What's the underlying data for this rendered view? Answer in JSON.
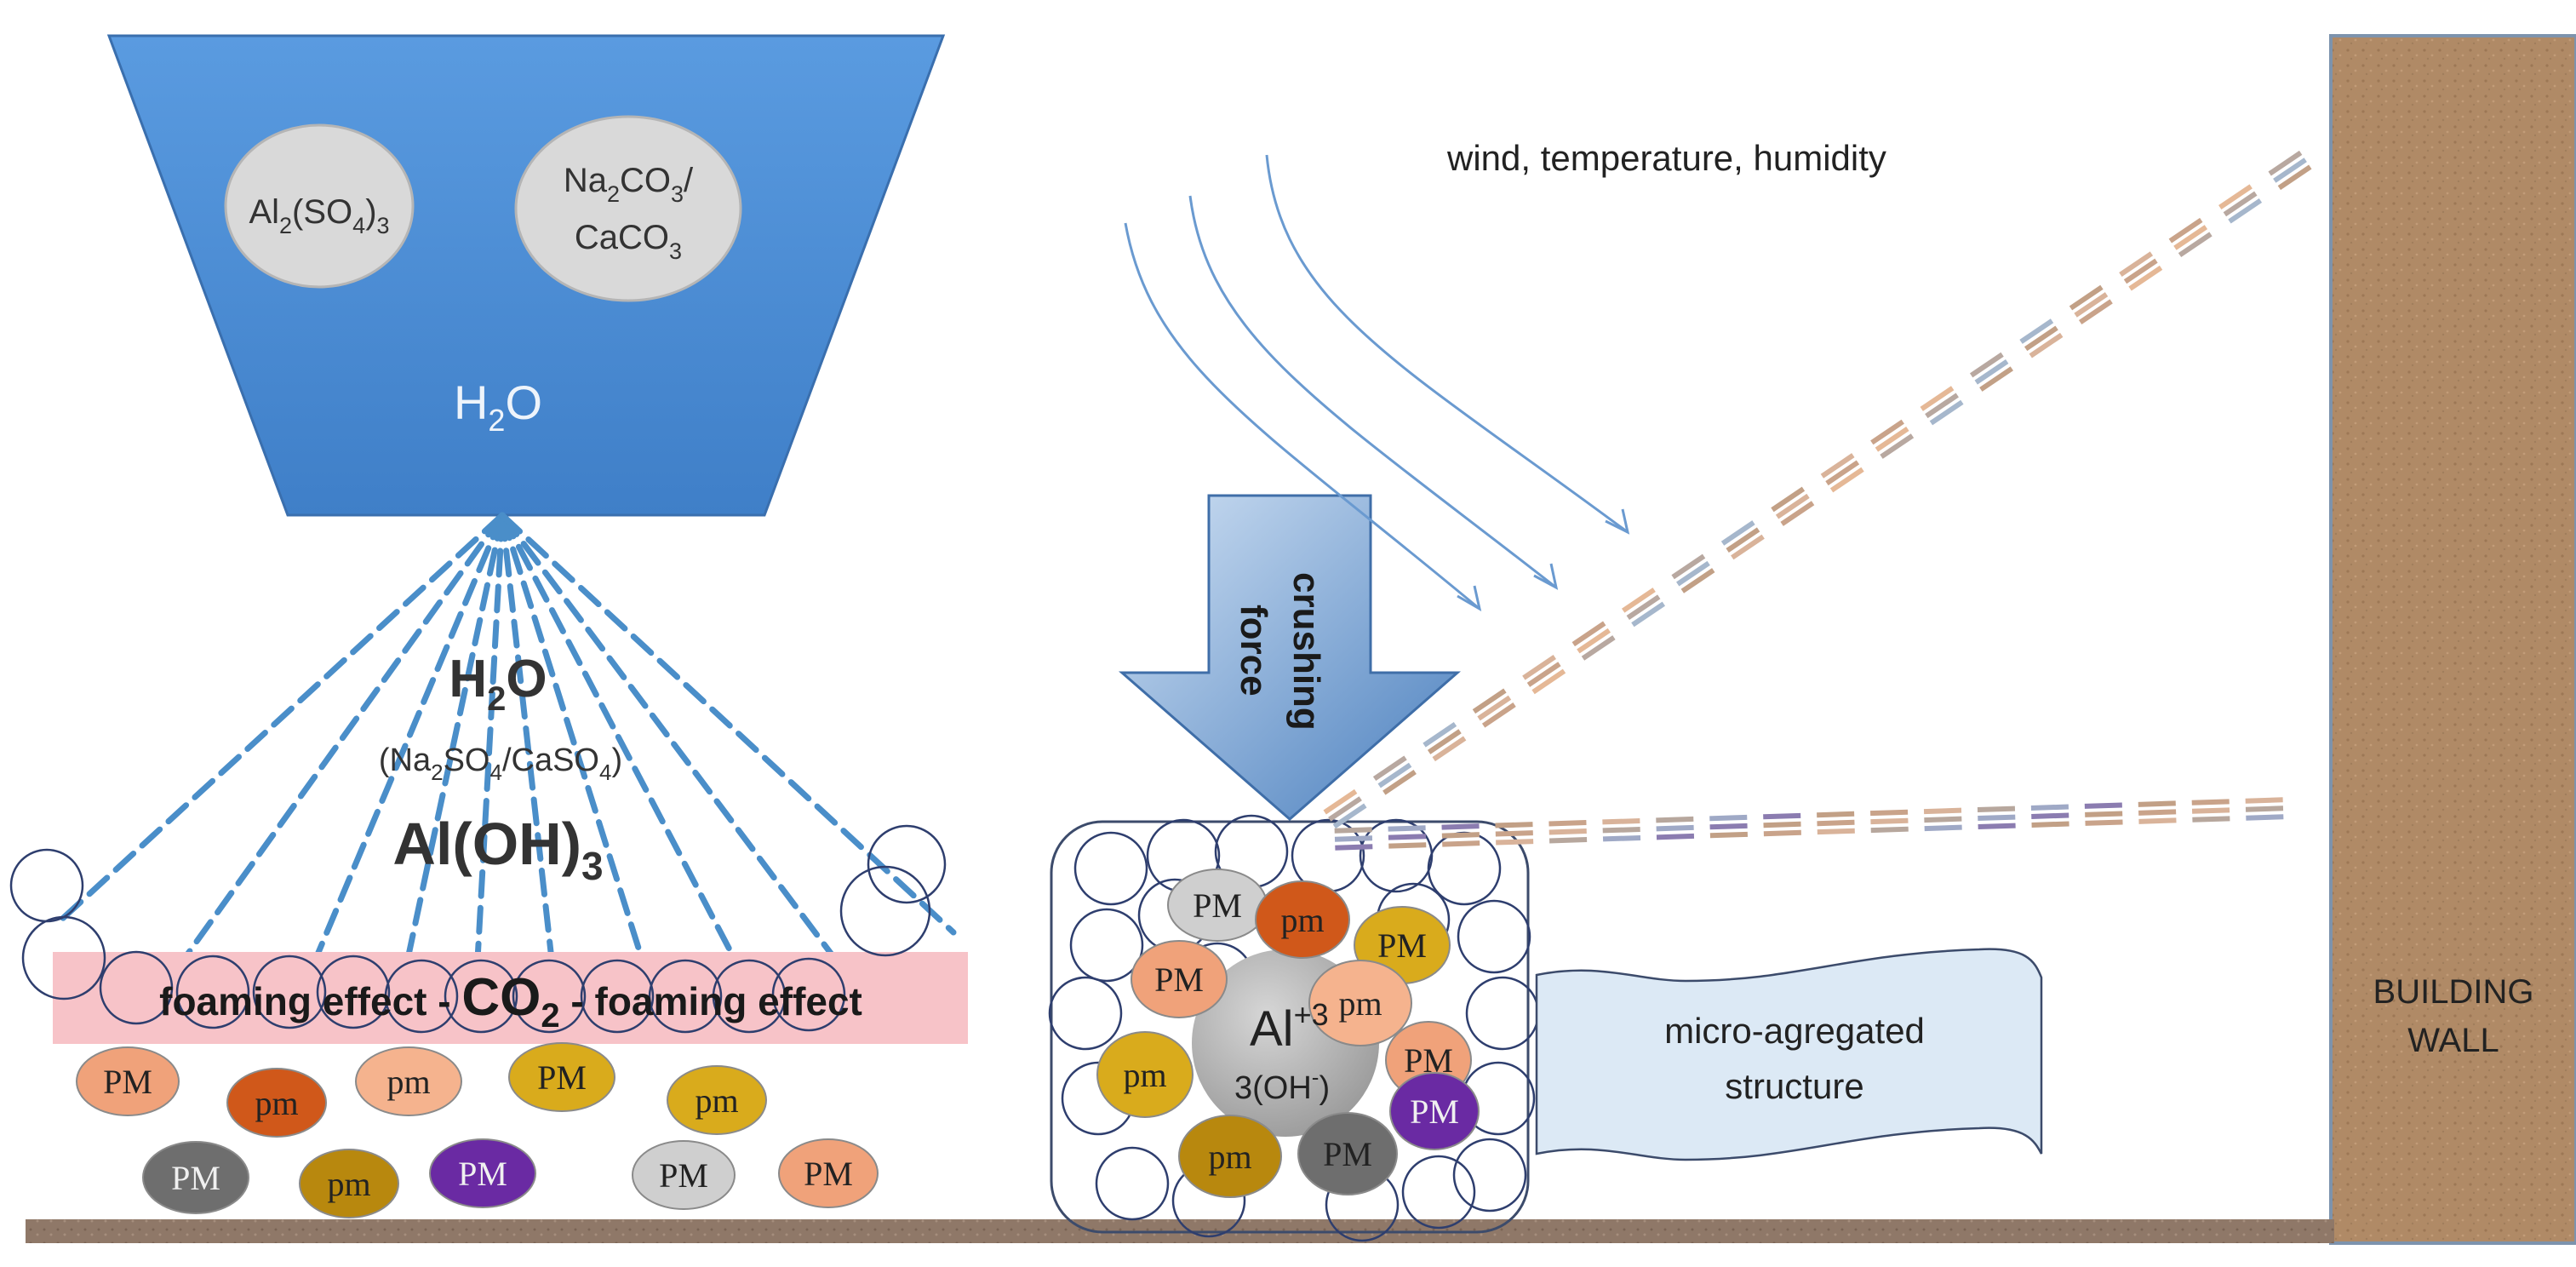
{
  "hopper": {
    "left_compound": "Al",
    "left_sub": "2",
    "left_mid": "(SO",
    "left_sub2": "4",
    "left_end": ")",
    "left_sub3": "3",
    "right_line1_a": "Na",
    "right_line1_sub": "2",
    "right_line1_b": "CO",
    "right_line1_sub2": "3",
    "right_line1_c": "/",
    "right_line2_a": "CaCO",
    "right_line2_sub": "3",
    "water_a": "H",
    "water_sub": "2",
    "water_b": "O"
  },
  "spray": {
    "water_a": "H",
    "water_sub": "2",
    "water_b": "O",
    "salts_a": "(Na",
    "salts_sub1": "2",
    "salts_b": "SO",
    "salts_sub2": "4",
    "salts_c": "/CaSO",
    "salts_sub3": "4",
    "salts_d": ")",
    "hydroxide_a": "Al(OH)",
    "hydroxide_sub": "3"
  },
  "foam": {
    "text_a": "foaming effect - ",
    "co2_a": "CO",
    "co2_sub": "2",
    "text_b": " - foaming effect"
  },
  "particles": {
    "upper": "PM",
    "lower": "pm"
  },
  "aggregate": {
    "ion_a": "Al",
    "ion_sup": "+3",
    "hydroxide_a": "3(OH",
    "hydroxide_sup": "-",
    "hydroxide_b": ")"
  },
  "crushing": {
    "line1": "crushing",
    "line2": "force"
  },
  "weather": {
    "label": "wind, temperature, humidity"
  },
  "micro_label": {
    "line1": "micro-agregated",
    "line2": "structure"
  },
  "wall": {
    "line1": "BUILDING",
    "line2": "WALL"
  },
  "colors": {
    "hopper_blue": "#4f8fd3",
    "spray_blue": "#4a8ec9",
    "foam_pink": "#f7c3c8",
    "wall_brown": "#b08a66",
    "ground_brown": "#8f7868",
    "pm_orange": "#f0a27a",
    "pm_dark_orange": "#d0581a",
    "pm_gold": "#d9ab1c",
    "pm_dark_gold": "#b8880e",
    "pm_grey": "#6e6e6e",
    "pm_light_grey": "#cfcfcf",
    "pm_purple": "#6a2aa3",
    "pm_light_orange": "#f5b38e"
  }
}
